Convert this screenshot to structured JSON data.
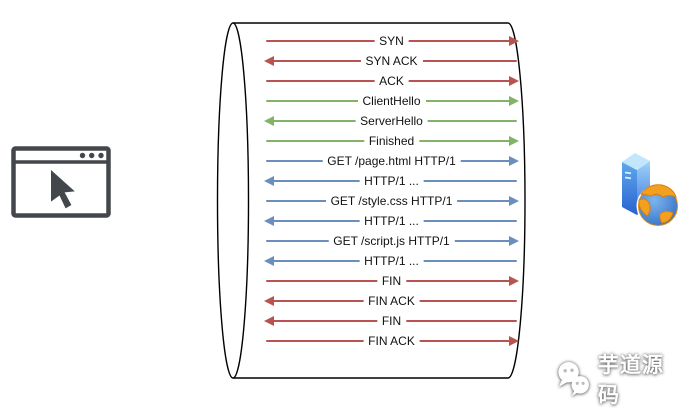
{
  "diagram": {
    "client": {
      "icon": "browser-window-with-cursor-icon",
      "color": "#43464a"
    },
    "server": {
      "icon": "server-tower-with-globe-icon"
    },
    "pipe": {
      "shape": "horizontal-cylinder",
      "fill": "#ffffff",
      "stroke": "#000000"
    },
    "colors": {
      "tcp_red": "#b85450",
      "tls_green": "#82b366",
      "http_blue": "#6c8ebf"
    },
    "messages": [
      {
        "label": "SYN",
        "direction": "right",
        "color": "#b85450"
      },
      {
        "label": "SYN ACK",
        "direction": "left",
        "color": "#b85450"
      },
      {
        "label": "ACK",
        "direction": "right",
        "color": "#b85450"
      },
      {
        "label": "ClientHello",
        "direction": "right",
        "color": "#82b366"
      },
      {
        "label": "ServerHello",
        "direction": "left",
        "color": "#82b366"
      },
      {
        "label": "Finished",
        "direction": "right",
        "color": "#82b366"
      },
      {
        "label": "GET /page.html HTTP/1",
        "direction": "right",
        "color": "#6c8ebf"
      },
      {
        "label": "HTTP/1 ...",
        "direction": "left",
        "color": "#6c8ebf"
      },
      {
        "label": "GET /style.css HTTP/1",
        "direction": "right",
        "color": "#6c8ebf"
      },
      {
        "label": "HTTP/1 ...",
        "direction": "left",
        "color": "#6c8ebf"
      },
      {
        "label": "GET /script.js HTTP/1",
        "direction": "right",
        "color": "#6c8ebf"
      },
      {
        "label": "HTTP/1 ...",
        "direction": "left",
        "color": "#6c8ebf"
      },
      {
        "label": "FIN",
        "direction": "right",
        "color": "#b85450"
      },
      {
        "label": "FIN ACK",
        "direction": "left",
        "color": "#b85450"
      },
      {
        "label": "FIN",
        "direction": "left",
        "color": "#b85450"
      },
      {
        "label": "FIN ACK",
        "direction": "right",
        "color": "#b85450"
      }
    ]
  },
  "watermark": {
    "icon": "wechat-icon",
    "text": "芋道源码"
  }
}
